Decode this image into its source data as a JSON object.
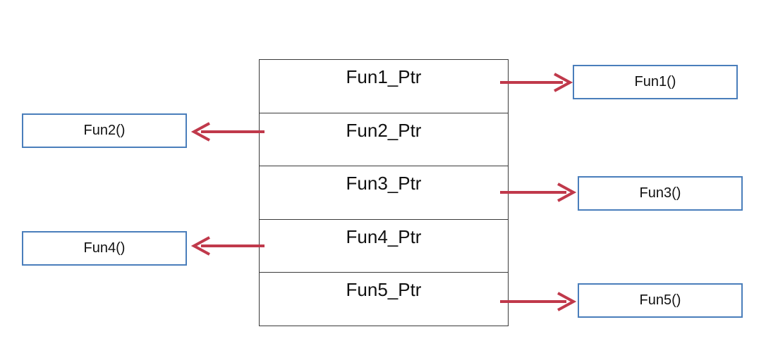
{
  "pointer_table": {
    "rows": [
      {
        "label": "Fun1_Ptr"
      },
      {
        "label": "Fun2_Ptr"
      },
      {
        "label": "Fun3_Ptr"
      },
      {
        "label": "Fun4_Ptr"
      },
      {
        "label": "Fun5_Ptr"
      }
    ]
  },
  "functions": {
    "fun1": "Fun1()",
    "fun2": "Fun2()",
    "fun3": "Fun3()",
    "fun4": "Fun4()",
    "fun5": "Fun5()"
  },
  "colors": {
    "arrow": "#c0394b",
    "box_border": "#4a7ebb",
    "table_border": "#3a3a3a"
  }
}
